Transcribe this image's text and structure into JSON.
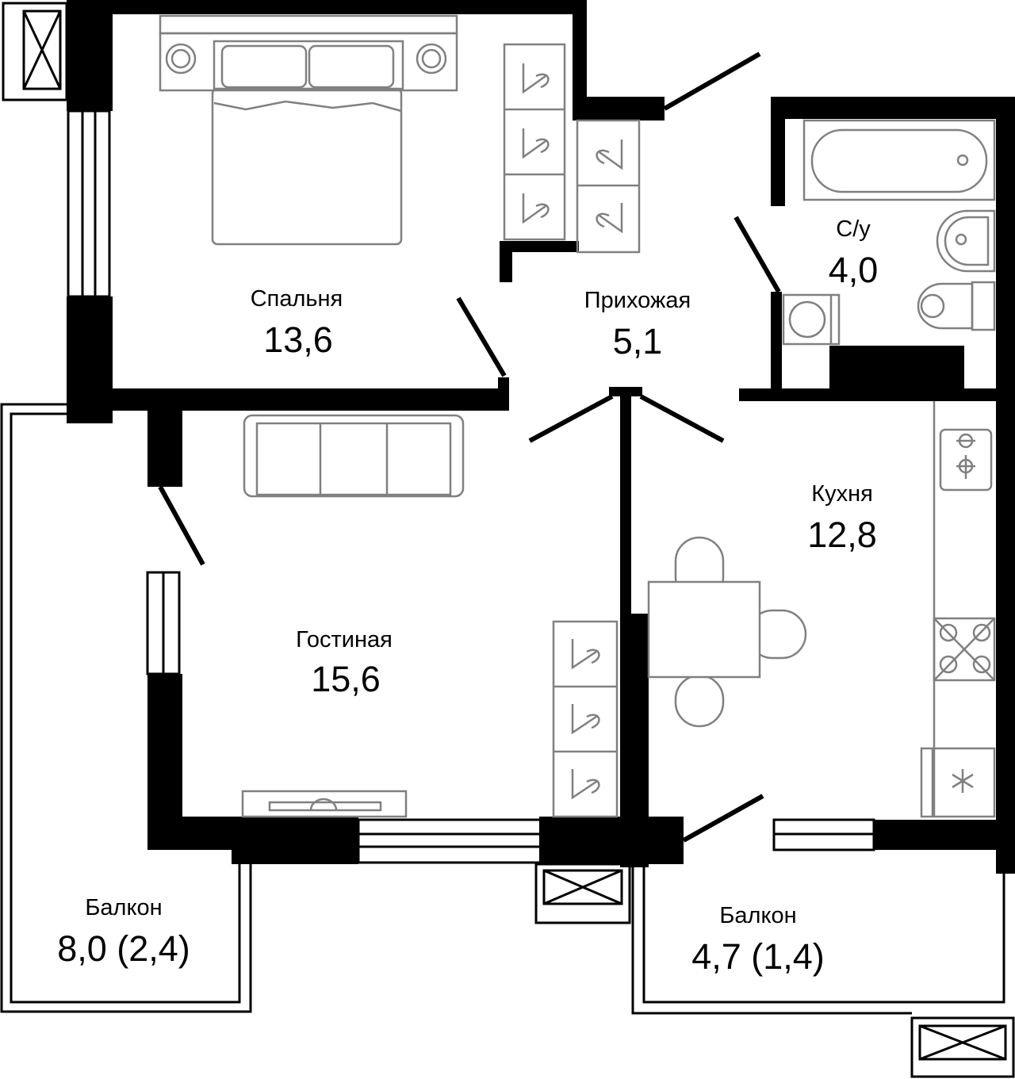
{
  "plan": {
    "rooms": [
      {
        "id": "bedroom",
        "name": "Спальня",
        "area": "13,6"
      },
      {
        "id": "hallway",
        "name": "Прихожая",
        "area": "5,1"
      },
      {
        "id": "bathroom",
        "name": "С/у",
        "area": "4,0"
      },
      {
        "id": "living",
        "name": "Гостиная",
        "area": "15,6"
      },
      {
        "id": "kitchen",
        "name": "Кухня",
        "area": "12,8"
      },
      {
        "id": "balcony1",
        "name": "Балкон",
        "area": "8,0 (2,4)"
      },
      {
        "id": "balcony2",
        "name": "Балкон",
        "area": "4,7 (1,4)"
      }
    ],
    "colors": {
      "walls": "#000000",
      "furniture": "#808080",
      "background": "#ffffff"
    }
  }
}
